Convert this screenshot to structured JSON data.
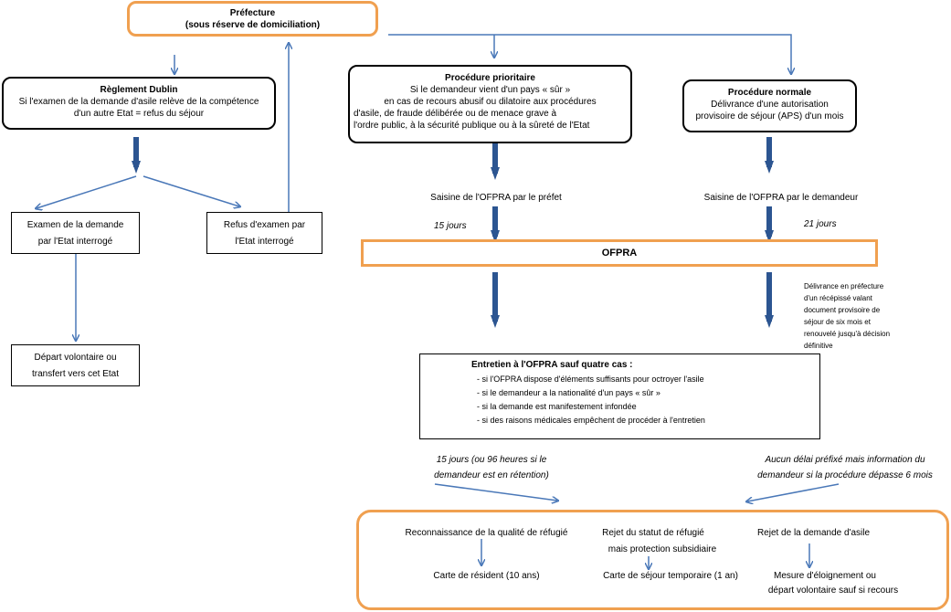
{
  "prefecture": {
    "title": "Préfecture",
    "subtitle": "(sous réserve de domiciliation)"
  },
  "dublin": {
    "title": "Règlement Dublin",
    "line1": "Si l'examen de la demande d'asile relève de la compétence",
    "line2": "d'un autre Etat = refus du séjour"
  },
  "prioritaire": {
    "title": "Procédure prioritaire",
    "line1": "Si le demandeur vient d'un pays « sûr »",
    "line2": "en cas de recours abusif ou dilatoire aux procédures",
    "line3": "d'asile, de fraude délibérée ou de menace grave à",
    "line4": "l'ordre public, à la sécurité publique ou à la sûreté de l'Etat"
  },
  "normale": {
    "title": "Procédure normale",
    "line1": "Délivrance d'une autorisation",
    "line2": "provisoire de séjour (APS) d'un mois"
  },
  "examen": {
    "line1": "Examen de la demande",
    "line2": "par l'Etat interrogé"
  },
  "refus": {
    "line1": "Refus d'examen par",
    "line2": "l'Etat interrogé"
  },
  "depart": {
    "line1": "Départ volontaire ou",
    "line2": "transfert vers cet Etat"
  },
  "saisine_prefet": "Saisine de l'OFPRA par le préfet",
  "saisine_demandeur": "Saisine de l'OFPRA par le demandeur",
  "delai_15": "15 jours",
  "delai_21": "21 jours",
  "ofpra": "OFPRA",
  "recepisse": {
    "line1": "Délivrance en préfecture",
    "line2": "d'un récépissé valant",
    "line3": "document provisoire de",
    "line4": "séjour de six mois et",
    "line5": "renouvelé jusqu'à décision",
    "line6": "définitive"
  },
  "entretien": {
    "title": "Entretien à l'OFPRA sauf quatre cas :",
    "items": [
      "- si l'OFPRA dispose d'éléments suffisants pour octroyer l'asile",
      "- si le demandeur a la nationalité d'un pays « sûr »",
      "- si la demande est manifestement infondée",
      "- si des raisons médicales empêchent de procéder à l'entretien"
    ]
  },
  "delai_decision_left": {
    "line1": "15 jours (ou 96 heures si le",
    "line2": "demandeur est en rétention)"
  },
  "delai_decision_right": {
    "line1": "Aucun délai préfixé mais information du",
    "line2": "demandeur si la procédure dépasse 6 mois"
  },
  "decisions": {
    "reconnaissance": "Reconnaissance de la qualité de réfugié",
    "carte_resident": "Carte de résident (10 ans)",
    "rejet_statut_1": "Rejet du statut de réfugié",
    "rejet_statut_2": "mais protection subsidiaire",
    "carte_temporaire": "Carte de séjour temporaire (1 an)",
    "rejet_demande": "Rejet de la demande d'asile",
    "mesure_1": "Mesure d'éloignement ou",
    "mesure_2": "départ volontaire sauf si recours"
  },
  "colors": {
    "arrow": "#4a78b8",
    "thick_arrow": "#2c5591",
    "orange": "#f0a050"
  }
}
